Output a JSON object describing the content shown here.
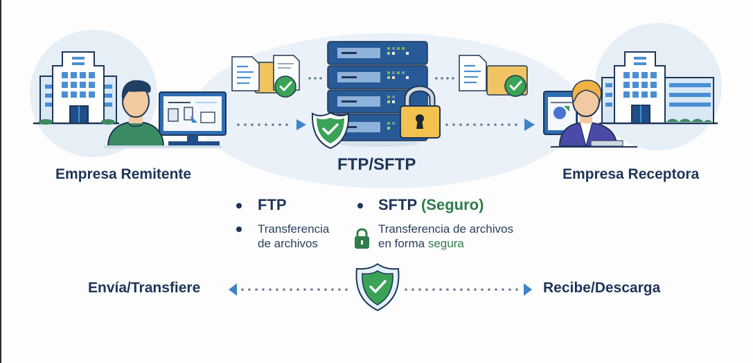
{
  "diagram": {
    "sender": {
      "label": "Empresa Remitente",
      "icon": "office-building-icon",
      "person": "user-at-computer-icon"
    },
    "server": {
      "label": "FTP/SFTP",
      "icon": "server-rack-icon",
      "badges": [
        "shield-check-icon",
        "padlock-icon"
      ]
    },
    "receiver": {
      "label": "Empresa Receptora",
      "icon": "office-building-icon",
      "person": "user-at-computer-icon"
    },
    "files_icons": [
      "document-folder-check-icon",
      "document-folder-check-icon"
    ]
  },
  "legend": {
    "ftp": {
      "title": "FTP",
      "description_line1": "Transferencia",
      "description_line2": "de archivos"
    },
    "sftp": {
      "title": "SFTP",
      "title_suffix": "(Seguro)",
      "description_line1": "Transferencia de archivos",
      "description_line2_prefix": "en forma",
      "description_line2_highlight": "segura"
    }
  },
  "flow": {
    "left_label": "Envía/Transfiere",
    "right_label": "Recibe/Descarga"
  },
  "colors": {
    "navy": "#1d3557",
    "blue": "#3f82c9",
    "green": "#3aa356",
    "gold": "#f2c14e",
    "bg_blob": "#e8f0f7"
  }
}
